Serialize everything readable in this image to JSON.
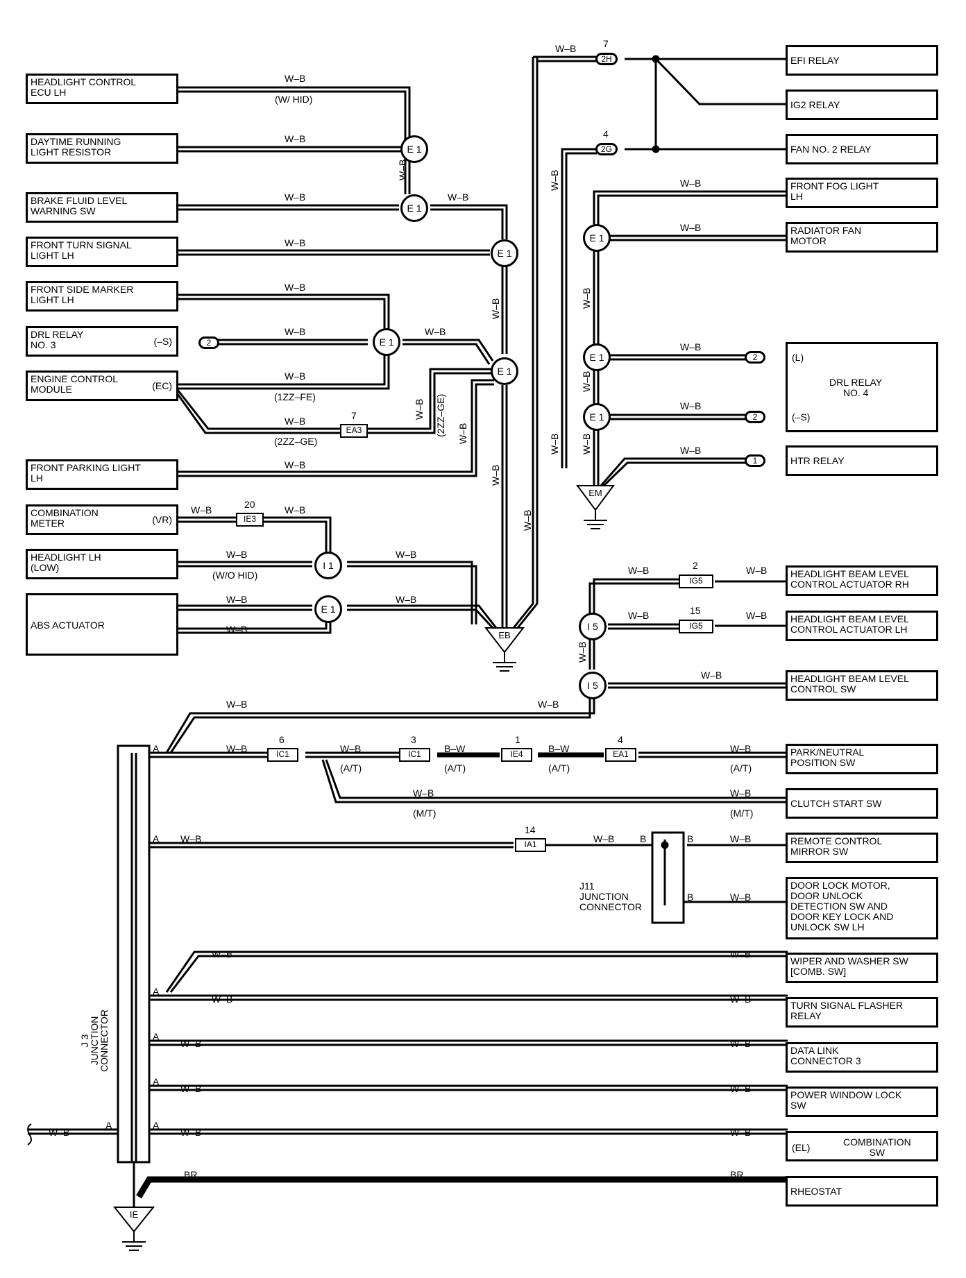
{
  "left_components": [
    {
      "id": "hcu_lh",
      "label": "HEADLIGHT CONTROL\nECU LH",
      "pin": ""
    },
    {
      "id": "drl_res",
      "label": "DAYTIME RUNNING\nLIGHT RESISTOR",
      "pin": ""
    },
    {
      "id": "brake",
      "label": "BRAKE FLUID LEVEL\nWARNING SW",
      "pin": ""
    },
    {
      "id": "fturn",
      "label": "FRONT TURN SIGNAL\nLIGHT LH",
      "pin": ""
    },
    {
      "id": "fside",
      "label": "FRONT SIDE MARKER\nLIGHT LH",
      "pin": ""
    },
    {
      "id": "drl3",
      "label": "DRL RELAY\nNO. 3",
      "pin": "(–S)"
    },
    {
      "id": "ecm",
      "label": "ENGINE CONTROL\nMODULE",
      "pin": "(EC)"
    },
    {
      "id": "fpark",
      "label": "FRONT PARKING LIGHT\nLH",
      "pin": ""
    },
    {
      "id": "meter",
      "label": "COMBINATION\nMETER",
      "pin": "(VR)"
    },
    {
      "id": "hllh",
      "label": "HEADLIGHT LH\n(LOW)",
      "pin": ""
    },
    {
      "id": "abs",
      "label": "ABS ACTUATOR",
      "pin": ""
    }
  ],
  "right_components": [
    {
      "id": "efi",
      "label": "EFI RELAY"
    },
    {
      "id": "ig2",
      "label": "IG2 RELAY"
    },
    {
      "id": "fan2",
      "label": "FAN NO. 2 RELAY"
    },
    {
      "id": "ffog",
      "label": "FRONT FOG LIGHT\nLH"
    },
    {
      "id": "radfan",
      "label": "RADIATOR FAN\nMOTOR"
    },
    {
      "id": "drl4",
      "label": "DRL RELAY\nNO. 4",
      "pin_l": "(L)",
      "pin_s": "(–S)"
    },
    {
      "id": "htr",
      "label": "HTR RELAY"
    },
    {
      "id": "hbrh",
      "label": "HEADLIGHT BEAM LEVEL\nCONTROL ACTUATOR RH"
    },
    {
      "id": "hblh",
      "label": "HEADLIGHT BEAM LEVEL\nCONTROL ACTUATOR LH"
    },
    {
      "id": "hbsw",
      "label": "HEADLIGHT BEAM LEVEL\nCONTROL SW"
    },
    {
      "id": "pnp",
      "label": "PARK/NEUTRAL\nPOSITION SW"
    },
    {
      "id": "clutch",
      "label": "CLUTCH START SW"
    },
    {
      "id": "mirror",
      "label": "REMOTE CONTROL\nMIRROR SW"
    },
    {
      "id": "door",
      "label": "DOOR LOCK MOTOR,\nDOOR UNLOCK\nDETECTION SW AND\nDOOR KEY LOCK AND\nUNLOCK SW LH"
    },
    {
      "id": "wiper",
      "label": "WIPER AND WASHER SW\n[COMB. SW]"
    },
    {
      "id": "flasher",
      "label": "TURN SIGNAL FLASHER\nRELAY"
    },
    {
      "id": "dlc",
      "label": "DATA LINK\nCONNECTOR 3"
    },
    {
      "id": "pwl",
      "label": "POWER WINDOW LOCK\nSW"
    },
    {
      "id": "combsw",
      "label": "COMBINATION\nSW",
      "pin": "(EL)"
    },
    {
      "id": "rheo",
      "label": "RHEOSTAT"
    }
  ],
  "wire_color": "W–B",
  "wire_color_bw": "B–W",
  "wire_color_br": "BR",
  "notes": {
    "w_hid": "(W/ HID)",
    "wo_hid": "(W/O HID)",
    "zzfe": "(1ZZ–FE)",
    "zzge": "(2ZZ–GE)",
    "at": "(A/T)",
    "mt": "(M/T)"
  },
  "splices": {
    "e1": "E 1",
    "i1": "I 1",
    "i5": "I 5"
  },
  "connectors": {
    "2h": "2H",
    "2h_pin": "7",
    "2g": "2G",
    "2g_pin": "4",
    "ea3": "EA3",
    "ea3_pin": "7",
    "ie3": "IE3",
    "ie3_pin": "20",
    "ig5": "IG5",
    "ig5_pin_a": "2",
    "ig5_pin_b": "15",
    "ic1": "IC1",
    "ic1_pin_a": "6",
    "ic1_pin_b": "3",
    "ie4": "IE4",
    "ie4_pin": "1",
    "ea1": "EA1",
    "ea1_pin": "4",
    "ia1": "IA1",
    "ia1_pin": "14",
    "p2": "2",
    "p1": "1"
  },
  "grounds": {
    "eb": "EB",
    "em": "EM",
    "ie": "IE"
  },
  "junctions": {
    "j11": "J11\nJUNCTION\nCONNECTOR",
    "j3": "J 3\nJUNCTION\nCONNECTOR",
    "pin_a": "A",
    "pin_b": "B"
  }
}
